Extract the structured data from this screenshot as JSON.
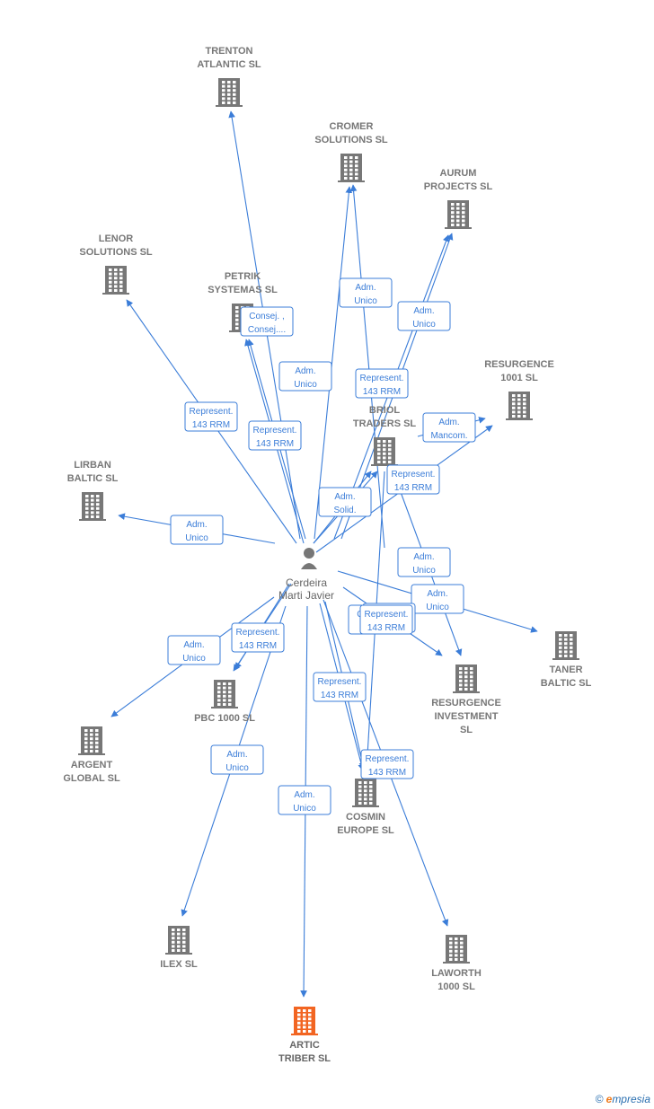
{
  "colors": {
    "edge": "#3b7dd8",
    "building": "#777777",
    "highlight": "#f26522",
    "label_text": "#777777"
  },
  "person": {
    "name_lines": [
      "Cerdeira",
      "Marti Javier"
    ]
  },
  "companies": [
    {
      "id": "trenton",
      "name_lines": [
        "TRENTON",
        "ATLANTIC  SL"
      ],
      "icon": "building-icon"
    },
    {
      "id": "cromer",
      "name_lines": [
        "CROMER",
        "SOLUTIONS  SL"
      ],
      "icon": "building-icon"
    },
    {
      "id": "aurum",
      "name_lines": [
        "AURUM",
        "PROJECTS SL"
      ],
      "icon": "building-icon"
    },
    {
      "id": "lenor",
      "name_lines": [
        "LENOR",
        "SOLUTIONS  SL"
      ],
      "icon": "building-icon"
    },
    {
      "id": "petrik",
      "name_lines": [
        "PETRIK",
        "SYSTEMAS SL"
      ],
      "icon": "building-icon"
    },
    {
      "id": "resurgence1001",
      "name_lines": [
        "RESURGENCE",
        "1001  SL"
      ],
      "icon": "building-icon"
    },
    {
      "id": "briol",
      "name_lines": [
        "BRIOL",
        "TRADERS SL"
      ],
      "icon": "building-icon"
    },
    {
      "id": "lirban",
      "name_lines": [
        "LIRBAN",
        "BALTIC  SL"
      ],
      "icon": "building-icon"
    },
    {
      "id": "taner",
      "name_lines": [
        "TANER",
        "BALTIC  SL"
      ],
      "icon": "building-icon"
    },
    {
      "id": "resurgenceinv",
      "name_lines": [
        "RESURGENCE",
        "INVESTMENT",
        "SL"
      ],
      "icon": "building-icon"
    },
    {
      "id": "pbc",
      "name_lines": [
        "PBC 1000  SL"
      ],
      "icon": "building-icon"
    },
    {
      "id": "argent",
      "name_lines": [
        "ARGENT",
        "GLOBAL  SL"
      ],
      "icon": "building-icon"
    },
    {
      "id": "cosmin",
      "name_lines": [
        "COSMIN",
        "EUROPE  SL"
      ],
      "icon": "building-icon"
    },
    {
      "id": "ilex",
      "name_lines": [
        "ILEX SL"
      ],
      "icon": "building-icon"
    },
    {
      "id": "laworth",
      "name_lines": [
        "LAWORTH",
        "1000 SL"
      ],
      "icon": "building-icon"
    },
    {
      "id": "artic",
      "name_lines": [
        "ARTIC",
        "TRIBER  SL"
      ],
      "icon": "building-icon",
      "highlight": true
    }
  ],
  "edges": [
    {
      "to": "trenton",
      "role": []
    },
    {
      "to": "cromer",
      "role": [
        "Adm.",
        "Unico"
      ]
    },
    {
      "to": "cromer",
      "role": []
    },
    {
      "to": "aurum",
      "role": [
        "Adm.",
        "Unico"
      ]
    },
    {
      "to": "aurum",
      "role": [
        "Represent.",
        "143 RRM"
      ]
    },
    {
      "to": "lenor",
      "role": [
        "Represent.",
        "143 RRM"
      ]
    },
    {
      "to": "petrik",
      "role": [
        "Consej. ,",
        "Consej...."
      ]
    },
    {
      "to": "petrik",
      "role": [
        "Represent.",
        "143 RRM"
      ]
    },
    {
      "to": "resurgence1001",
      "role": [
        "Adm.",
        "Mancom."
      ]
    },
    {
      "to": "resurgence1001",
      "role": [
        "Represent.",
        "143 RRM"
      ]
    },
    {
      "to": "briol",
      "role": [
        "Adm.",
        "Solid."
      ]
    },
    {
      "to": "briol",
      "role": [
        "Adm.",
        "Unico"
      ]
    },
    {
      "to": "lirban",
      "role": [
        "Adm.",
        "Unico"
      ]
    },
    {
      "to": "taner",
      "role": [
        "Adm.",
        "Unico"
      ]
    },
    {
      "to": "resurgenceinv",
      "role": [
        "Adm.",
        "Unico"
      ]
    },
    {
      "to": "resurgenceinv",
      "role": [
        "Represent.",
        "143 RRM"
      ]
    },
    {
      "to": "pbc",
      "role": [
        "Represent.",
        "143 RRM"
      ]
    },
    {
      "to": "pbc",
      "role": [
        "Adm.",
        "Solid."
      ]
    },
    {
      "to": "argent",
      "role": [
        "Adm.",
        "Unico"
      ]
    },
    {
      "to": "cosmin",
      "role": [
        "Represent.",
        "143 RRM"
      ]
    },
    {
      "to": "cosmin",
      "role": [
        "Consej. ,",
        "Presid."
      ]
    },
    {
      "to": "cosmin",
      "role": [
        "Represent.",
        "143 RRM"
      ]
    },
    {
      "to": "ilex",
      "role": [
        "Adm.",
        "Unico"
      ]
    },
    {
      "to": "laworth",
      "role": []
    },
    {
      "to": "artic",
      "role": [
        "Adm.",
        "Unico"
      ]
    }
  ],
  "extra_labels": [
    {
      "role": [
        "Represent.",
        "143 RRM"
      ]
    },
    {
      "role": [
        "Adm.",
        "Unico"
      ]
    }
  ],
  "brand": {
    "copyright": "©",
    "first_letter": "e",
    "rest": "mpresia"
  }
}
